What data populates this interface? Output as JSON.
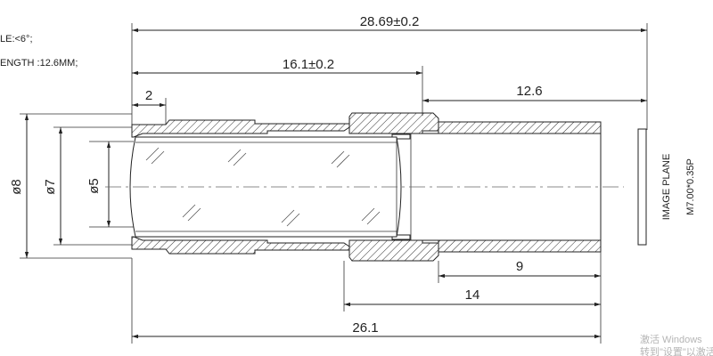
{
  "spec_notes": {
    "angle": "LE:<6°;",
    "length": "ENGTH  :12.6MM;"
  },
  "dimensions": {
    "overall_length": "28.69±0.2",
    "barrel_length": "16.1±0.2",
    "front_step": "2",
    "back_focal": "12.6",
    "outer_dia": "ø8",
    "mid_dia": "ø7",
    "aperture_dia": "ø5",
    "thread_len": "9",
    "mount_len": "14",
    "body_len": "26.1"
  },
  "labels": {
    "image_plane": "IMAGE PLANE",
    "thread_spec": "M7.00*0.35P"
  },
  "watermark": {
    "line1": "激活 Windows",
    "line2": "转到\"设置\"以激活 W"
  }
}
